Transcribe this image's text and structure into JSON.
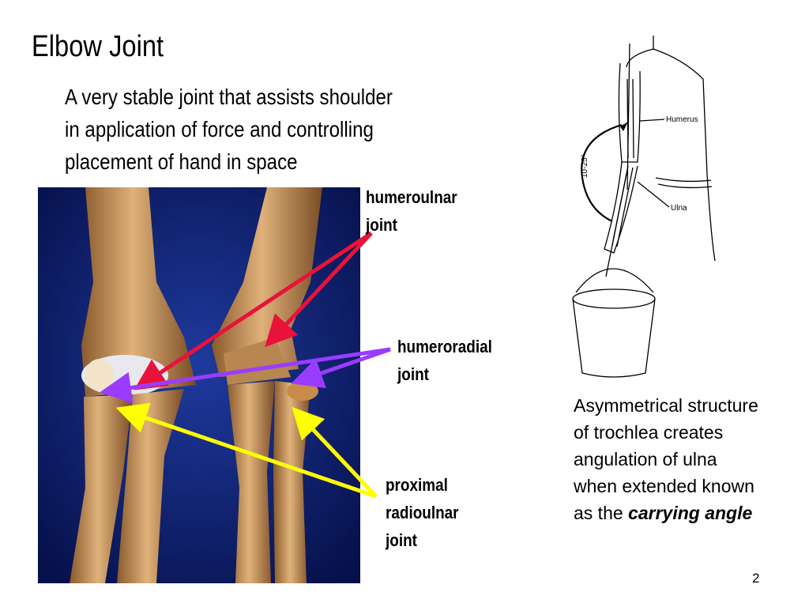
{
  "slide": {
    "title": "Elbow Joint",
    "subtitle_lines": [
      "A very stable joint that assists shoulder",
      "in application of force and controlling",
      "placement of hand in space"
    ],
    "page_number": "2"
  },
  "labels": {
    "humeroulnar": [
      "humeroulnar",
      "joint"
    ],
    "humeroradial": [
      "humeroradial",
      "joint"
    ],
    "proximal_radioulnar": [
      "proximal",
      "radioulnar",
      "joint"
    ]
  },
  "illustration": {
    "angle_label": "10-25°",
    "humerus_label": "Humerus",
    "ulna_label": "Ulna"
  },
  "caption": {
    "lines": [
      "Asymmetrical structure",
      "of trochlea creates",
      "angulation of ulna",
      "when extended known"
    ],
    "last_prefix": "as the ",
    "emphasis": "carrying angle"
  },
  "colors": {
    "photo_background": "#0a1a66",
    "bone": "#c8955c",
    "arrow_humeroulnar": "#e8123a",
    "arrow_humeroradial": "#9a3cff",
    "arrow_radioulnar": "#ffff00"
  }
}
